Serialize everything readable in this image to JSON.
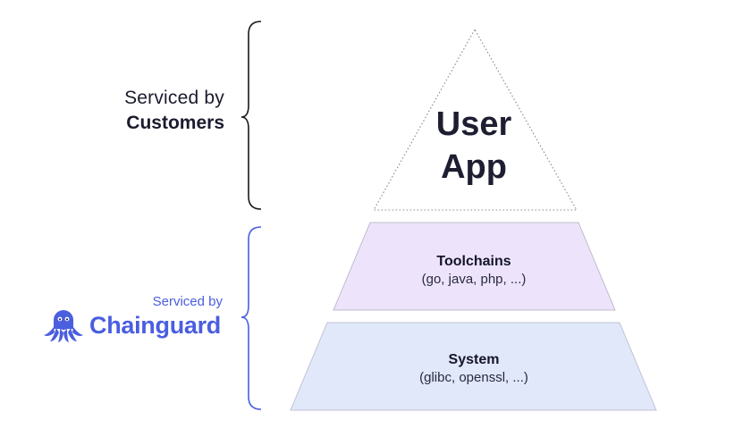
{
  "customers_section": {
    "label_line1": "Serviced by",
    "label_line2": "Customers"
  },
  "chainguard_section": {
    "label_line1": "Serviced by",
    "brand_name": "Chainguard",
    "brand_icon": "octopus-logo-icon",
    "brand_color": "#4a5ee0"
  },
  "pyramid": {
    "top": {
      "line1": "User",
      "line2": "App"
    },
    "middle": {
      "title": "Toolchains",
      "subtitle": "(go, java, php, ...)",
      "fill": "#ede4fc"
    },
    "bottom": {
      "title": "System",
      "subtitle": "(glibc, openssl, ...)",
      "fill": "#e1e8fa"
    }
  },
  "colors": {
    "customers_bracket": "#1a1a1a",
    "chainguard_bracket": "#4a5ee0",
    "outline": "#bdbdc8"
  }
}
